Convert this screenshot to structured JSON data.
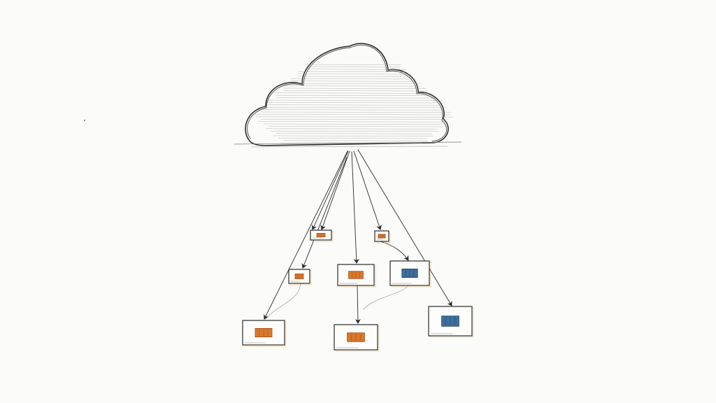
{
  "diagram": {
    "palette": {
      "paper": "#fbfbf9",
      "ink": "#2b2b2b",
      "pencil": "#8a8a8a",
      "orange_fill": "#d8782c",
      "orange_dark": "#a24a14",
      "blue_fill": "#3d6f9a",
      "blue_dark": "#23455f",
      "amber_tint": "#e0a84a"
    },
    "cloud": {
      "icon": "cloud-icon"
    },
    "nodes": [
      {
        "id": "node-1",
        "accent": "orange",
        "icon": "server-box-icon"
      },
      {
        "id": "node-2",
        "accent": "orange",
        "icon": "server-box-icon"
      },
      {
        "id": "node-3",
        "accent": "orange",
        "icon": "server-box-icon"
      },
      {
        "id": "node-4",
        "accent": "orange",
        "icon": "server-box-icon"
      },
      {
        "id": "node-5",
        "accent": "blue",
        "icon": "server-box-icon"
      },
      {
        "id": "node-6",
        "accent": "orange",
        "icon": "server-box-icon"
      },
      {
        "id": "node-7",
        "accent": "orange",
        "icon": "server-box-icon"
      },
      {
        "id": "node-8",
        "accent": "blue",
        "icon": "server-box-icon"
      }
    ],
    "edges": [
      {
        "from": "cloud",
        "to": "node-1",
        "arrow": true
      },
      {
        "from": "cloud",
        "to": "node-2",
        "arrow": true
      },
      {
        "from": "cloud",
        "to": "node-4",
        "arrow": true
      },
      {
        "from": "cloud",
        "to": "node-6",
        "arrow": true
      },
      {
        "from": "cloud",
        "to": "node-8",
        "arrow": true
      },
      {
        "from": "cloud",
        "to": "node-5",
        "arrow": true
      },
      {
        "from": "node-2",
        "to": "node-3",
        "arrow": true
      },
      {
        "from": "node-2",
        "to": "node-5",
        "arrow": true
      },
      {
        "from": "node-4",
        "to": "node-7",
        "arrow": true
      },
      {
        "from": "node-3",
        "to": "node-6",
        "arrow": false
      },
      {
        "from": "node-4",
        "to": "node-7",
        "arrow": false
      }
    ]
  }
}
